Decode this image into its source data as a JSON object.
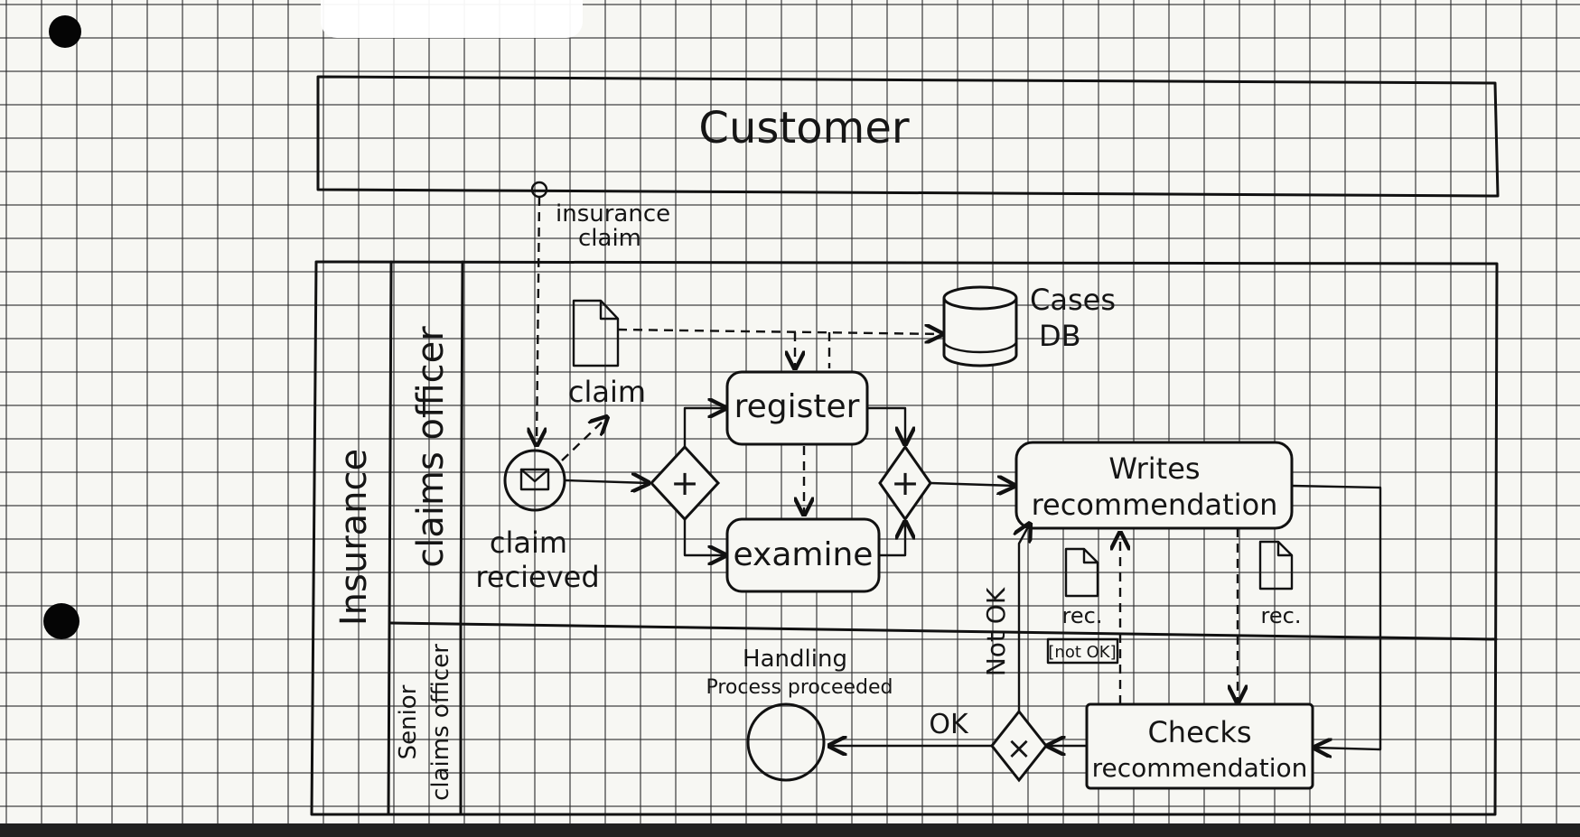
{
  "pools": {
    "customer": {
      "label": "Customer"
    },
    "insurance": {
      "label": "Insurance"
    }
  },
  "lanes": {
    "claims_officer": {
      "label": "claims officer"
    },
    "senior_claims_officer": {
      "label_line1": "Senior",
      "label_line2": "claims officer"
    }
  },
  "message_flow": {
    "label_line1": "insurance",
    "label_line2": "claim"
  },
  "data_objects": {
    "claim": {
      "label": "claim"
    },
    "rec_not_ok": {
      "label": "rec.",
      "state": "[not OK]"
    },
    "rec": {
      "label": "rec."
    }
  },
  "data_store": {
    "label_line1": "Cases",
    "label_line2": "DB"
  },
  "events": {
    "start": {
      "label_line1": "claim",
      "label_line2": "recieved"
    },
    "end": {
      "label_line1": "Handling",
      "label_line2": "Process proceeded"
    }
  },
  "tasks": {
    "register": {
      "label": "register"
    },
    "examine": {
      "label": "examine"
    },
    "writes_recommendation": {
      "label_line1": "Writes",
      "label_line2": "recommendation"
    },
    "checks_recommendation": {
      "label_line1": "Checks",
      "label_line2": "recommendation"
    }
  },
  "gateways": {
    "split": {
      "symbol": "+"
    },
    "join": {
      "symbol": "+"
    },
    "decision": {
      "symbol": "×"
    }
  },
  "flow_labels": {
    "ok": "OK",
    "not_ok": "Not OK"
  }
}
